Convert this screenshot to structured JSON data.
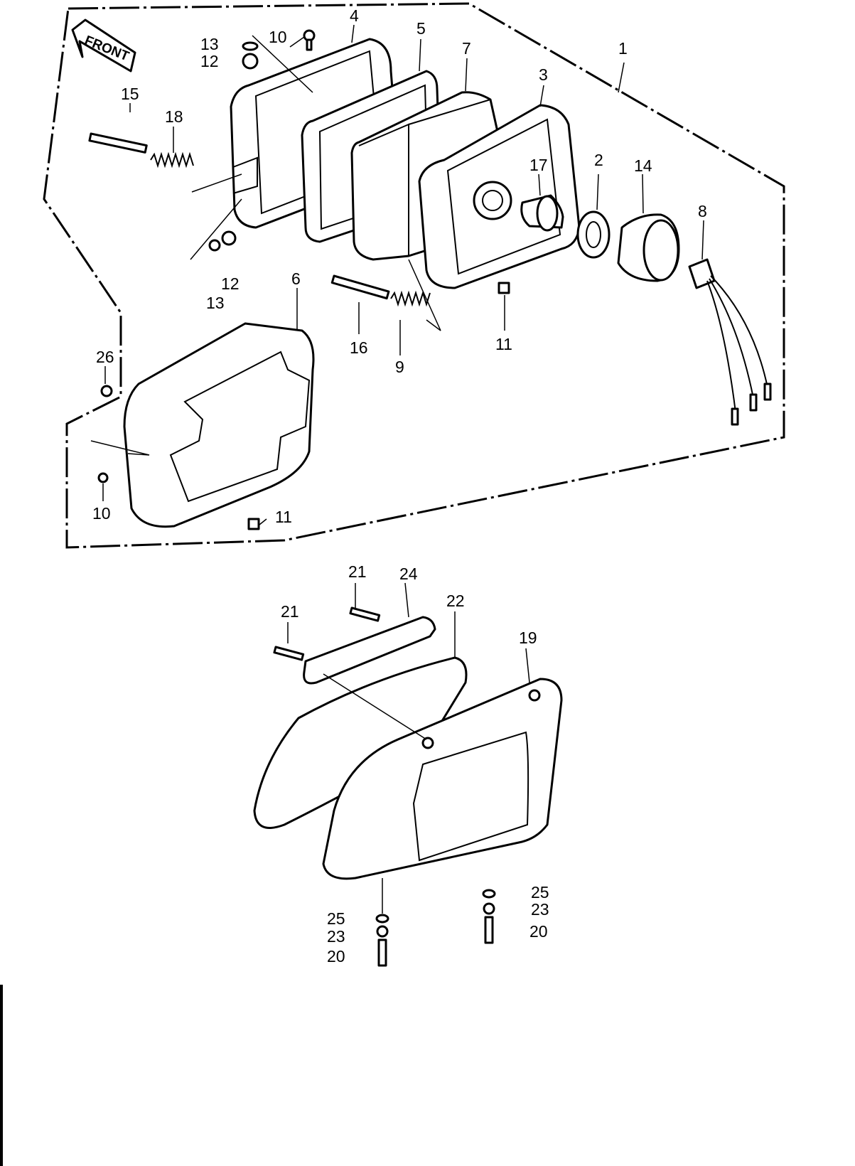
{
  "front_label": "FRONT",
  "callouts": {
    "c1": "1",
    "c2": "2",
    "c3": "3",
    "c4": "4",
    "c5": "5",
    "c6": "6",
    "c7": "7",
    "c8": "8",
    "c9": "9",
    "c10a": "10",
    "c10b": "10",
    "c11a": "11",
    "c11b": "11",
    "c12a": "12",
    "c12b": "12",
    "c13a": "13",
    "c13b": "13",
    "c14": "14",
    "c15": "15",
    "c16": "16",
    "c17": "17",
    "c18": "18",
    "c19": "19",
    "c20a": "20",
    "c20b": "20",
    "c21a": "21",
    "c21b": "21",
    "c22": "22",
    "c23a": "23",
    "c23b": "23",
    "c24": "24",
    "c25a": "25",
    "c25b": "25",
    "c26": "26"
  }
}
